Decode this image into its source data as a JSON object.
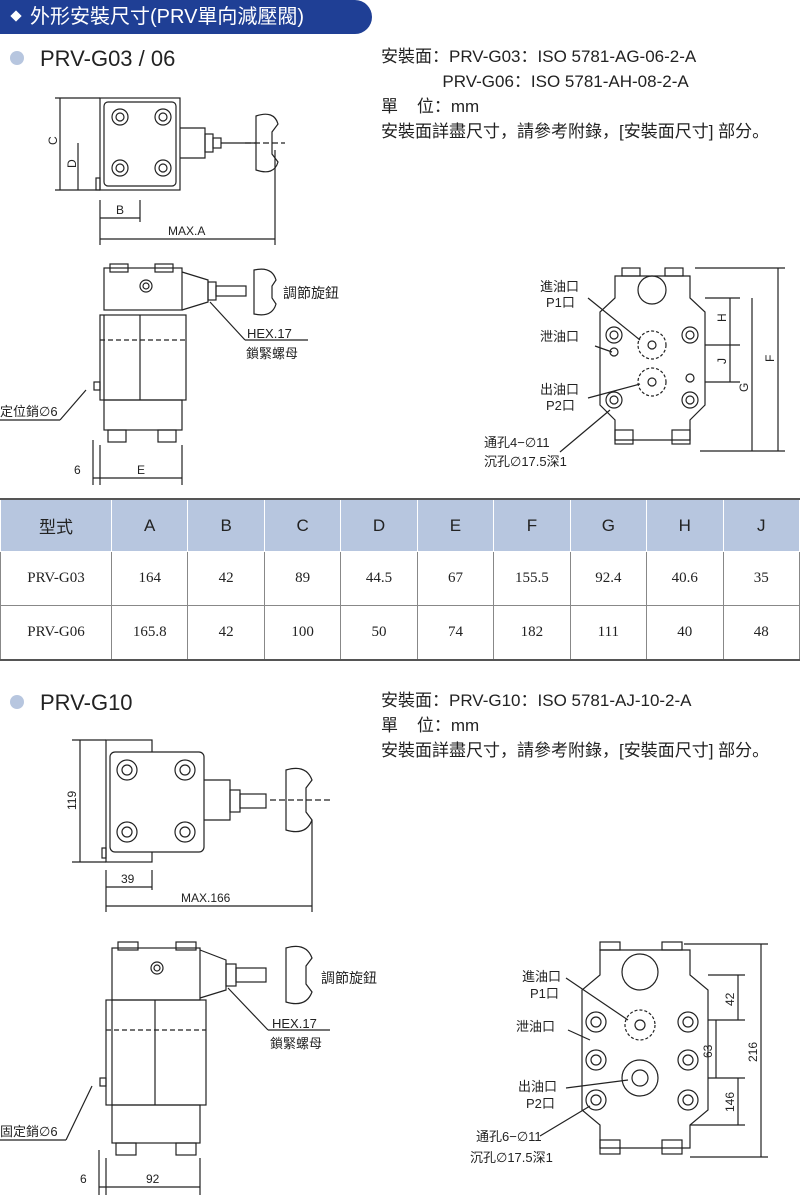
{
  "header": {
    "title": "外形安裝尺寸(PRV單向減壓閥)"
  },
  "section1": {
    "title": "PRV-G03 / 06",
    "spec_lines": [
      "安裝面：PRV-G03：ISO 5781-AG-06-2-A",
      "             PRV-G06：ISO 5781-AH-08-2-A",
      "單    位：mm",
      "安裝面詳盡尺寸，請參考附錄，[安裝面尺寸] 部分。"
    ],
    "drawing_labels": {
      "c": "C",
      "d": "D",
      "b": "B",
      "max_a": "MAX.A",
      "knob": "調節旋鈕",
      "hex": "HEX.17",
      "lock_nut": "鎖緊螺母",
      "pin": "定位銷∅6",
      "six": "6",
      "e": "E",
      "p1_in": "進油口",
      "p1": "P1口",
      "drain": "泄油口",
      "p2_out": "出油口",
      "p2": "P2口",
      "hole": "通孔4−∅11",
      "counter": "沉孔∅17.5深1",
      "h": "H",
      "j": "J",
      "g": "G",
      "f": "F"
    }
  },
  "table": {
    "headers": [
      "型式",
      "A",
      "B",
      "C",
      "D",
      "E",
      "F",
      "G",
      "H",
      "J"
    ],
    "rows": [
      [
        "PRV-G03",
        "164",
        "42",
        "89",
        "44.5",
        "67",
        "155.5",
        "92.4",
        "40.6",
        "35"
      ],
      [
        "PRV-G06",
        "165.8",
        "42",
        "100",
        "50",
        "74",
        "182",
        "111",
        "40",
        "48"
      ]
    ]
  },
  "section2": {
    "title": "PRV-G10",
    "spec_lines": [
      "安裝面：PRV-G10：ISO 5781-AJ-10-2-A",
      "單    位：mm",
      "安裝面詳盡尺寸，請參考附錄，[安裝面尺寸] 部分。"
    ],
    "drawing_labels": {
      "h119": "119",
      "w39": "39",
      "max166": "MAX.166",
      "knob": "調節旋鈕",
      "hex": "HEX.17",
      "lock_nut": "鎖緊螺母",
      "pin": "固定銷∅6",
      "six": "6",
      "w92": "92",
      "p1_in": "進油口",
      "p1": "P1口",
      "drain": "泄油口",
      "p2_out": "出油口",
      "p2": "P2口",
      "hole": "通孔6−∅11",
      "counter": "沉孔∅17.5深1",
      "d42": "42",
      "d63": "63",
      "d146": "146",
      "d216": "216"
    }
  }
}
